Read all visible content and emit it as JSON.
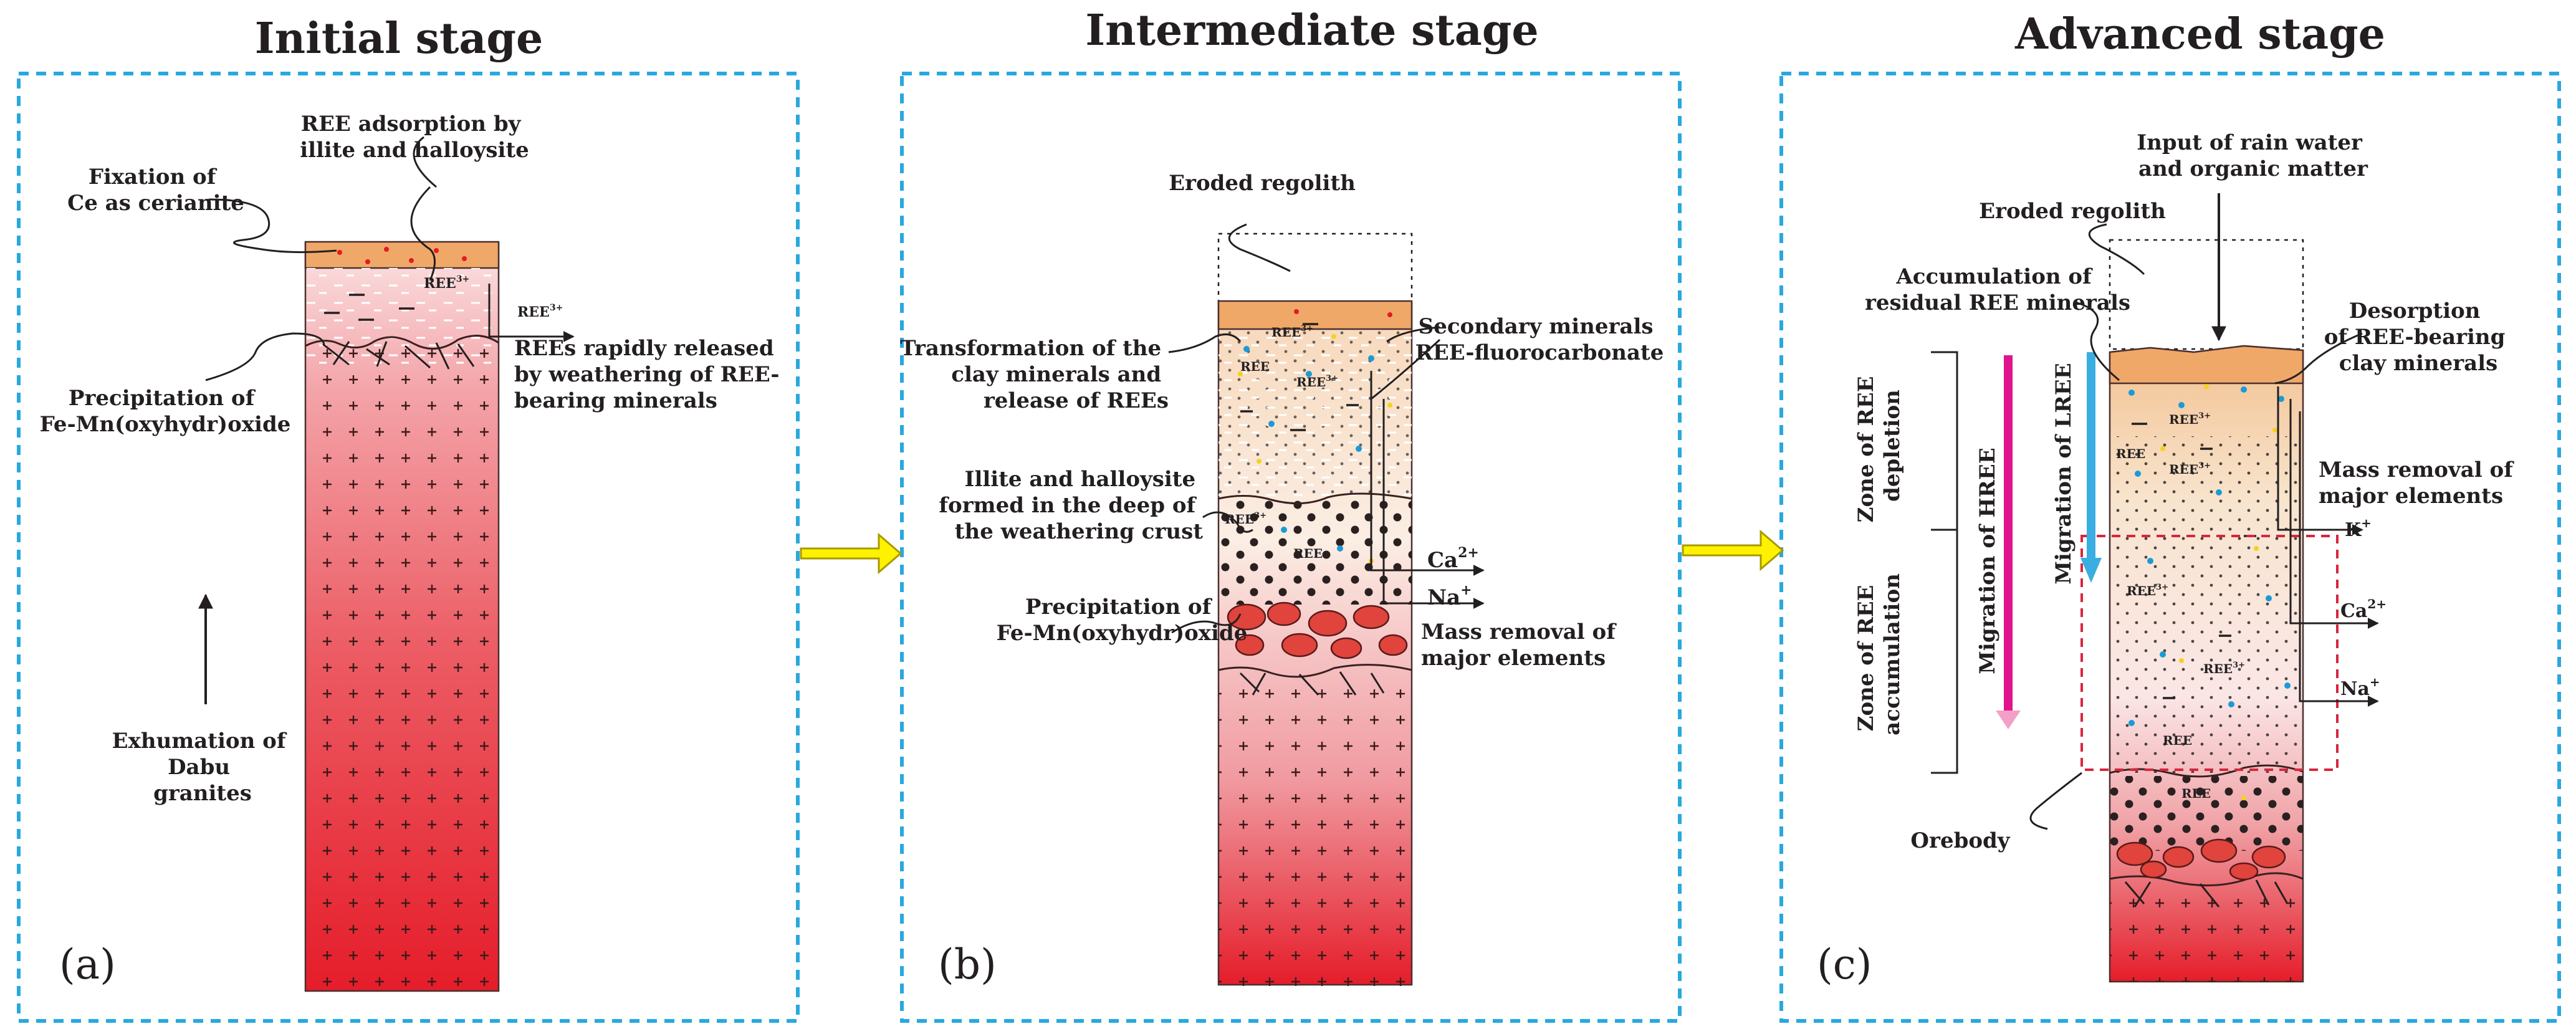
{
  "stages": [
    {
      "title": "Initial stage",
      "panel": "(a)",
      "labels": {
        "ree_adsorption_l1": "REE adsorption by",
        "ree_adsorption_l2": "illite and halloysite",
        "fixation_l1": "Fixation of",
        "fixation_l2": "Ce as cerianite",
        "precip_l1": "Precipitation of",
        "precip_l2": "Fe-Mn(oxyhydr)oxide",
        "released_l1": "REEs rapidly released",
        "released_l2": "by weathering of  REE-",
        "released_l3": "bearing minerals",
        "exhum_l1": "Exhumation of",
        "exhum_l2": "Dabu",
        "exhum_l3": "granites",
        "ree_small": "REE",
        "ree_sup": "3+"
      }
    },
    {
      "title": "Intermediate stage",
      "panel": "(b)",
      "labels": {
        "eroded": "Eroded regolith",
        "transform_l1": "Transformation of the",
        "transform_l2": "clay minerals and",
        "transform_l3": "release of REEs",
        "secondary_l1": "Secondary minerals",
        "secondary_l2": "REE-fluorocarbonate",
        "illite_l1": "Illite and halloysite",
        "illite_l2": "formed in the deep of",
        "illite_l3": "the weathering crust",
        "precip_l1": "Precipitation of",
        "precip_l2": "Fe-Mn(oxyhydr)oxide",
        "mass_l1": "Mass removal of",
        "mass_l2": "major elements",
        "ca": "Ca",
        "ca_sup": "2+",
        "na": "Na",
        "na_sup": "+",
        "ree_small": "REE",
        "ree_sup": "3+"
      }
    },
    {
      "title": "Advanced stage",
      "panel": "(c)",
      "labels": {
        "input_l1": "Input of rain water",
        "input_l2": "and organic matter",
        "eroded": "Eroded regolith",
        "accum_l1": "Accumulation of",
        "accum_l2": "residual REE minerals",
        "desorp_l1": "Desorption",
        "desorp_l2": "of REE-bearing",
        "desorp_l3": "clay minerals",
        "mass_l1": "Mass removal of",
        "mass_l2": "major elements",
        "k": "K",
        "k_sup": "+",
        "ca": "Ca",
        "ca_sup": "2+",
        "na": "Na",
        "na_sup": "+",
        "zone_dep_l1": "Zone of REE",
        "zone_dep_l2": "depletion",
        "zone_acc_l1": "Zone of REE",
        "zone_acc_l2": "accumulation",
        "mig_hree": "Migration of HREE",
        "mig_lree": "Migration of LREE",
        "orebody": "Orebody",
        "ree_small": "REE",
        "ree_sup": "3+"
      }
    }
  ],
  "colors": {
    "frame": "#29a8e0",
    "orange_top": "#f0a868",
    "granite_red": "#e8202a",
    "arrow_yellow": "#fff200",
    "hree_arrow": "#e0148c",
    "lree_arrow": "#3aaee0",
    "ore_box": "#d7263d"
  }
}
